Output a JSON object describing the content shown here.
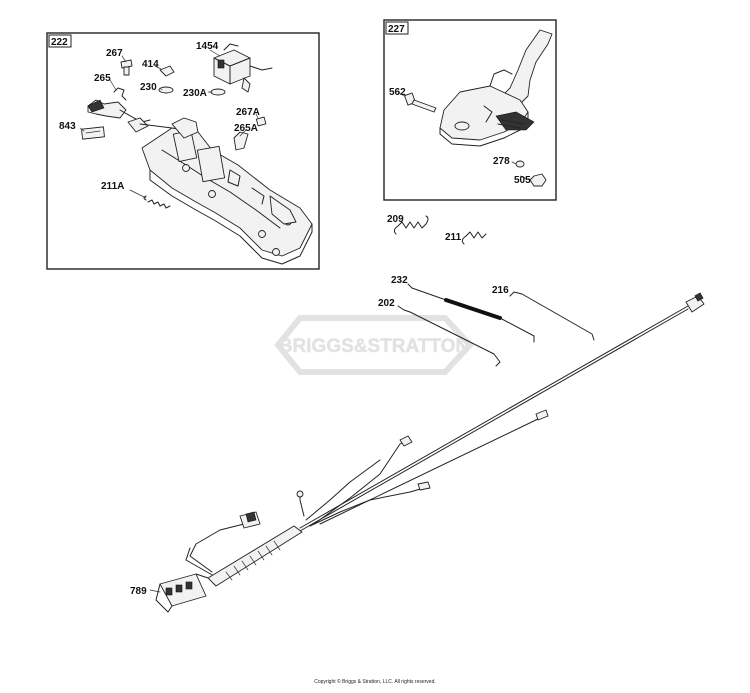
{
  "watermark": {
    "brand": "BRIGGS&STRATTON"
  },
  "boxes": [
    {
      "id": "box-222",
      "label": "222"
    },
    {
      "id": "box-227",
      "label": "227"
    }
  ],
  "callouts": {
    "c267": "267",
    "c414": "414",
    "c1454": "1454",
    "c265": "265",
    "c230": "230",
    "c230A": "230A",
    "c267A": "267A",
    "c843": "843",
    "c265A": "265A",
    "c211A": "211A",
    "c562": "562",
    "c278": "278",
    "c505": "505",
    "c209": "209",
    "c211": "211",
    "c232": "232",
    "c216": "216",
    "c202": "202",
    "c789": "789"
  },
  "footer": {
    "copyright": "Copyright © Briggs & Stratton, LLC. All rights reserved."
  }
}
